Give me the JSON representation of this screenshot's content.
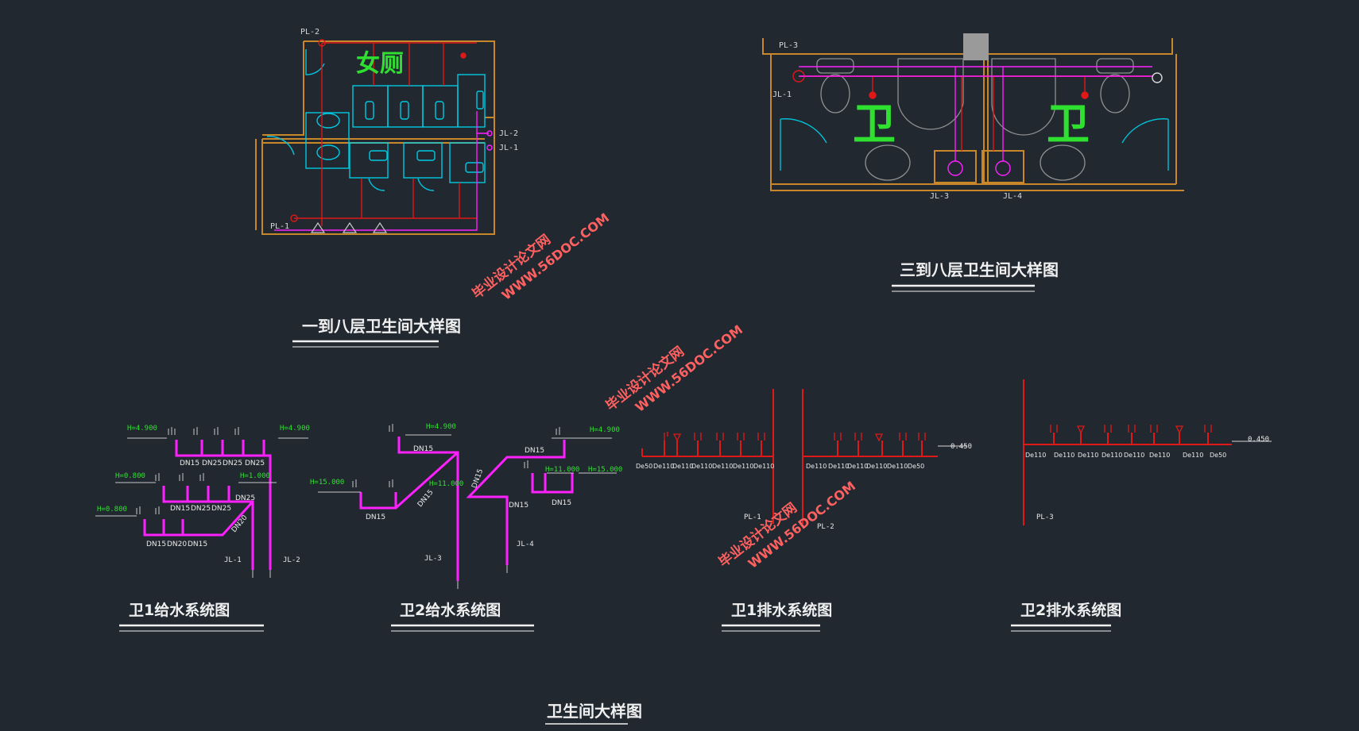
{
  "titles": {
    "floor_1_8": "一到八层卫生间大样图",
    "floor_3_8": "三到八层卫生间大样图",
    "wei1_supply": "卫1给水系统图",
    "wei2_supply": "卫2给水系统图",
    "wei1_drain": "卫1排水系统图",
    "wei2_drain": "卫2排水系统图",
    "main": "卫生间大样图"
  },
  "room_labels": {
    "female_toilet": "女厕",
    "wei_left": "卫",
    "wei_right": "卫"
  },
  "plan1_tags": {
    "pl2": "PL-2",
    "pl1": "PL-1",
    "jl2": "JL-2",
    "jl1": "JL-1"
  },
  "plan2_tags": {
    "pl3": "PL-3",
    "jl1": "JL-1",
    "jl3": "JL-3",
    "jl4": "JL-4"
  },
  "supply1": {
    "elev_top_left": "H=4.900",
    "elev_top_right": "H=4.900",
    "elev_mid_left": "H=0.800",
    "elev_mid_right": "H=1.000",
    "elev_low_left": "H=0.800",
    "row1_sizes": [
      "DN15",
      "DN25",
      "DN25",
      "DN25"
    ],
    "row2_sizes": [
      "DN15",
      "DN25",
      "DN25"
    ],
    "row2_riser": "DN25",
    "row3_sizes": [
      "DN15",
      "DN20",
      "DN15"
    ],
    "diag": "DN20",
    "jl1": "JL-1",
    "jl2": "JL-2"
  },
  "supply2": {
    "elev_a": "H=4.900",
    "elev_b": "H=15.000",
    "elev_c": "H=11.000",
    "elev_d": "H=4.900",
    "elev_e": "H=11.000",
    "elev_f": "H=15.000",
    "dn15_a": "DN15",
    "dn15_b": "DN15",
    "dn15_c": "DN15",
    "dn15_d": "DN15",
    "dn15_e": "DN15",
    "dn15_f": "DN15",
    "dn15_g": "DN15",
    "jl3": "JL-3",
    "jl4": "JL-4"
  },
  "drain1": {
    "left_sizes": [
      "De50",
      "De110",
      "De110",
      "De110",
      "De110",
      "De110",
      "De110"
    ],
    "right_sizes": [
      "De110",
      "De110",
      "De110",
      "De110",
      "De110",
      "De50"
    ],
    "elev": "0.450",
    "pl1": "PL-1",
    "pl2": "PL-2"
  },
  "drain2": {
    "sizes": [
      "De110",
      "De110",
      "De110",
      "De110",
      "De110",
      "De110",
      "De110",
      "De50"
    ],
    "elev": "0.450",
    "pl3": "PL-3"
  },
  "watermark": {
    "line1": "毕业设计论文网",
    "line2": "WWW.56DOC.COM"
  },
  "colors": {
    "background": "#212830",
    "wall": "#c8882a",
    "fixture": "#00c8e0",
    "drain_pipe": "#e01818",
    "supply_pipe": "#ff20ff",
    "room_text": "#30e030",
    "dim_text": "#d8d8d8",
    "watermark": "#ff6060"
  }
}
